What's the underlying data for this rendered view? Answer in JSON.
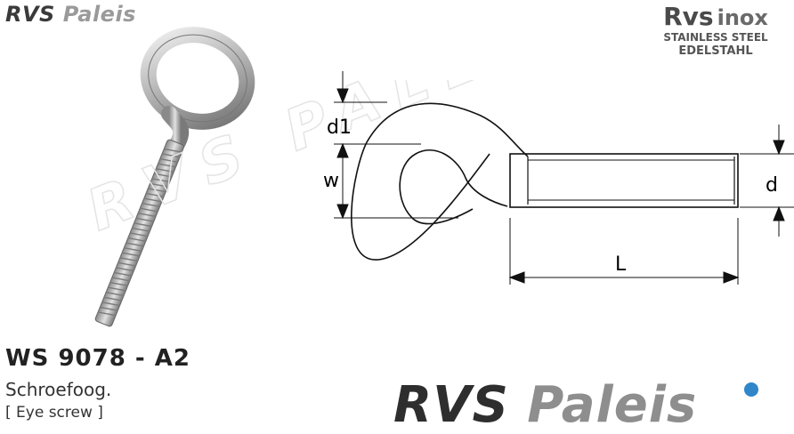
{
  "header": {
    "logo_small_rvs": "RVS",
    "logo_small_paleis": "Paleis",
    "badge_brand_rvs": "Rvs",
    "badge_brand_inox": "inox",
    "badge_line1": "STAINLESS STEEL",
    "badge_line2": "EDELSTAHL"
  },
  "product": {
    "code": "WS 9078 - A2",
    "name": "Schroefoog.",
    "name_en": "[ Eye screw ]"
  },
  "footer": {
    "logo_rvs": "RVS",
    "logo_paleis": "Paleis",
    "accent_color": "#2f86c8"
  },
  "drawing": {
    "label_d1": "d1",
    "label_w": "w",
    "label_d": "d",
    "label_L": "L"
  },
  "watermark": {
    "text": "RVS PALEIS"
  }
}
